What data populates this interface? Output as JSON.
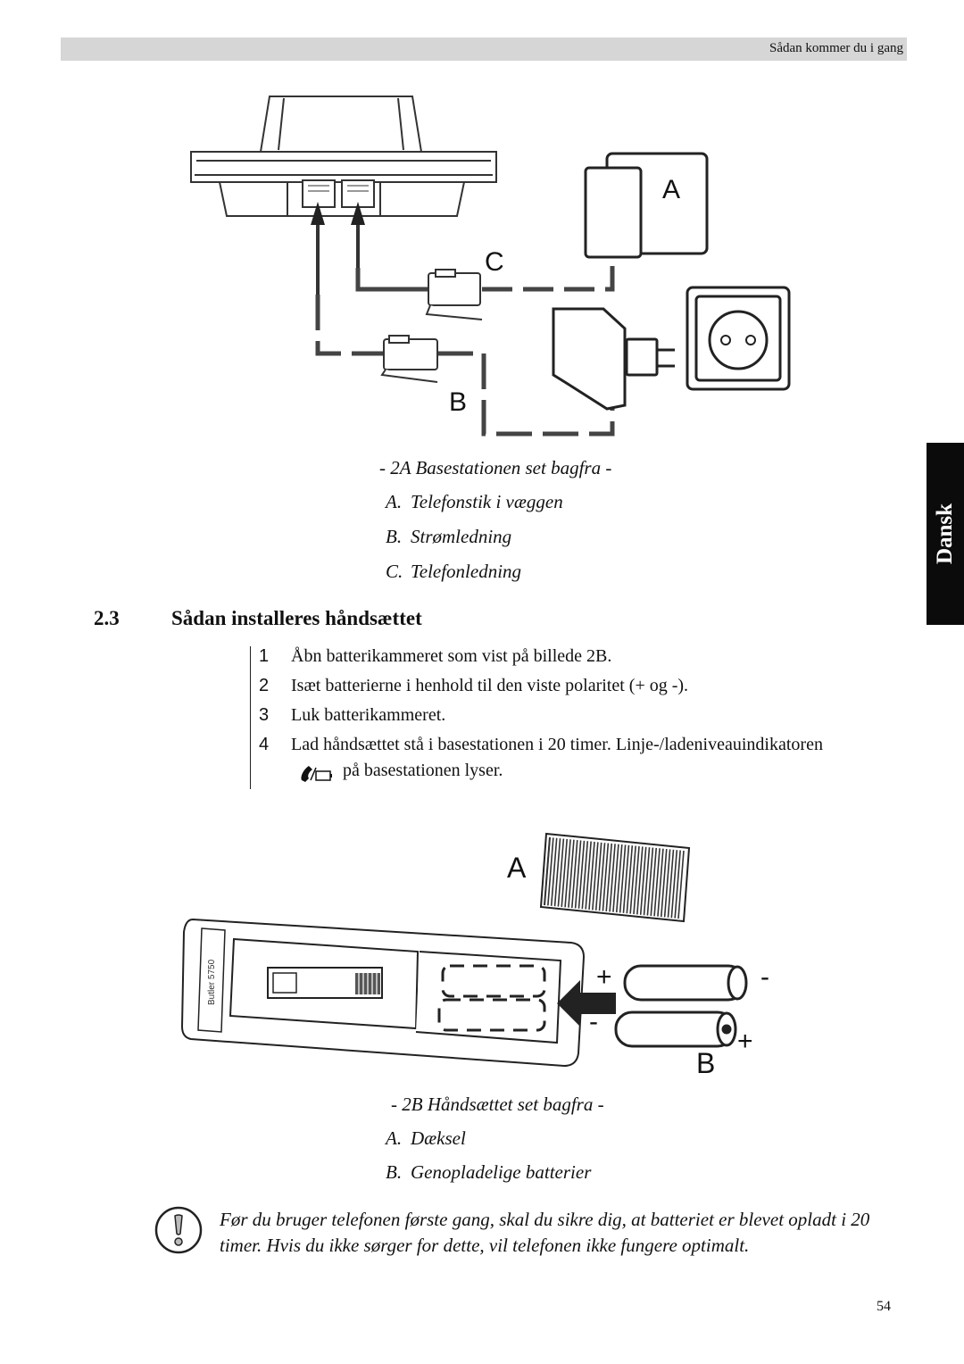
{
  "header": {
    "running_title": "Sådan kommer du i gang"
  },
  "side_tab": {
    "label": "Dansk"
  },
  "figure_2a": {
    "labels": {
      "a": "A",
      "b": "B",
      "c": "C"
    },
    "caption_title": "- 2A Basestationen set bagfra -",
    "legend": [
      {
        "letter": "A.",
        "text": "Telefonstik i væggen"
      },
      {
        "letter": "B.",
        "text": "Strømledning"
      },
      {
        "letter": "C.",
        "text": "Telefonledning"
      }
    ]
  },
  "section": {
    "number": "2.3",
    "title": "Sådan installeres håndsættet",
    "steps": [
      {
        "n": "1",
        "text": "Åbn batterikammeret som vist på billede 2B."
      },
      {
        "n": "2",
        "text": "Isæt batterierne i henhold til den viste polaritet (+ og -)."
      },
      {
        "n": "3",
        "text": "Luk batterikammeret."
      },
      {
        "n": "4",
        "text": "Lad håndsættet stå i basestationen i 20 timer. Linje-/ladeniveauindikatoren",
        "text2": "på basestationen lyser."
      }
    ]
  },
  "figure_2b": {
    "labels": {
      "a": "A",
      "b": "B",
      "plus": "+",
      "minus": "-"
    },
    "handset_brand": "Butler 5750",
    "caption_title": "- 2B Håndsættet set bagfra -",
    "legend": [
      {
        "letter": "A.",
        "text": "Dæksel"
      },
      {
        "letter": "B.",
        "text": "Genopladelige batterier"
      }
    ]
  },
  "note": {
    "icon": "exclamation-note-icon",
    "text": "Før du bruger telefonen første gang, skal du sikre dig, at batteriet er blevet opladt i 20 timer. Hvis du ikke sørger for dette, vil telefonen ikke fungere optimalt."
  },
  "page_number": "54"
}
